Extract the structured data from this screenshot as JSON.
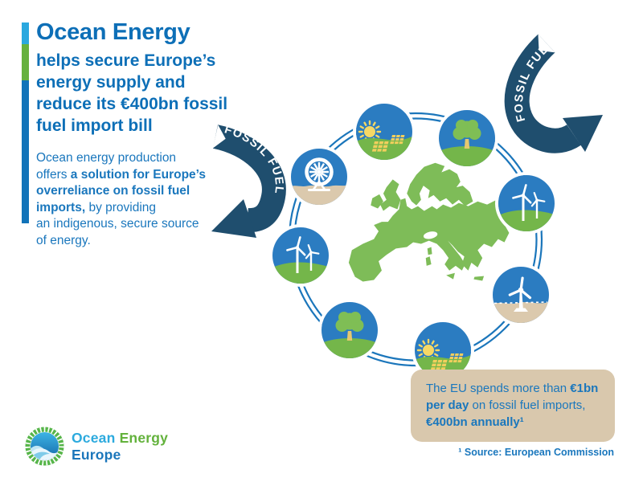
{
  "palette": {
    "title-blue": "#0d6fb7",
    "body-blue": "#1a77bd",
    "navy": "#1f4e6e",
    "ring-blue": "#1b76bb",
    "box-tan": "#d9c8ad",
    "bar-lightblue": "#2aa8df",
    "bar-green": "#66b13f",
    "bar-blue": "#1173b9",
    "logo-cyan": "#2caade",
    "logo-green": "#63b23c",
    "map-green": "#7ebc58",
    "hill-green": "#74b64a",
    "sand-tan": "#dbc9ad",
    "sun-yellow": "#f6d865",
    "icon-sky-blue": "#2b7cc1"
  },
  "headline": {
    "title": "Ocean Energy",
    "subtitle_lines": [
      "helps secure Europe’s",
      "energy supply and",
      "reduce its €400bn fossil",
      "fuel import bill"
    ]
  },
  "intro": {
    "segments": [
      {
        "t": "Ocean energy production"
      },
      {
        "br": 1
      },
      {
        "t": "offers "
      },
      {
        "t": "a solution for Europe’s",
        "b": 1
      },
      {
        "br": 1
      },
      {
        "t": "overreliance on fossil fuel",
        "b": 1
      },
      {
        "br": 1
      },
      {
        "t": "imports,",
        "b": 1
      },
      {
        "t": " by providing"
      },
      {
        "br": 1
      },
      {
        "t": "an indigenous, secure source"
      },
      {
        "br": 1
      },
      {
        "t": "of energy."
      }
    ]
  },
  "diagram": {
    "map": "europe",
    "arrows": {
      "top_right": {
        "label": "FOSSIL FUEL"
      },
      "left": {
        "label": "FOSSIL FUEL"
      }
    },
    "ring_icons": [
      "tidal-water-wheel",
      "solar-panels",
      "tree",
      "wind-turbines",
      "offshore-turbine",
      "solar-panels",
      "tree",
      "wind-turbines"
    ]
  },
  "fact_box": {
    "segments": [
      {
        "t": "The EU spends more than "
      },
      {
        "t": "€1bn",
        "b": 1
      },
      {
        "br": 1
      },
      {
        "t": "per day",
        "b": 1
      },
      {
        "t": " on fossil fuel imports,"
      },
      {
        "br": 1
      },
      {
        "t": "€400bn annually¹",
        "b": 1
      }
    ]
  },
  "footnote": {
    "text": "¹ Source: European Commission"
  },
  "logo": {
    "word1": "Ocean",
    "word2": "Energy",
    "word3": "Europe"
  }
}
